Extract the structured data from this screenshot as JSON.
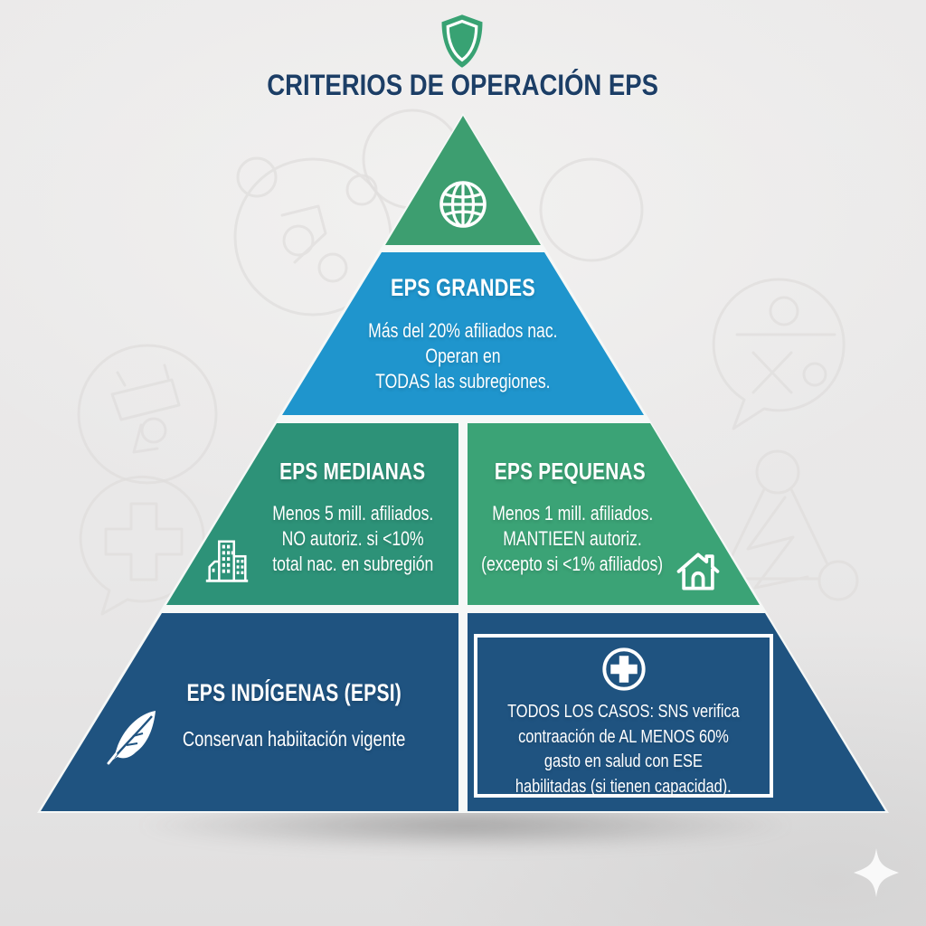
{
  "header": {
    "title": "CRITERIOS DE OPERACIÓN EPS",
    "icon": "shield-icon"
  },
  "pyramid": {
    "level1": {
      "icon": "globe-icon"
    },
    "level2": {
      "title": "EPS GRANDES",
      "lines": [
        "Más del 20% afiliados nac.",
        "Operan en",
        "TODAS las subregiones."
      ]
    },
    "level3_left": {
      "title": "EPS MEDIANAS",
      "lines": [
        "Menos 5 mill. afiliados.",
        "NO autoriz. si <10%",
        "total nac. en subregión"
      ],
      "icon": "building-icon"
    },
    "level3_right": {
      "title": "EPS PEQUENAS",
      "lines": [
        "Menos 1 mill. afiliados.",
        "MANTIEEN autoriz.",
        "(excepto si <1% afiliados)"
      ],
      "icon": "house-icon"
    },
    "level4_left": {
      "title": "EPS INDÍGENAS (EPSI)",
      "lines": [
        "Conservan habiitación vigente"
      ],
      "icon": "feather-icon"
    },
    "level4_right": {
      "lines": [
        "TODOS LOS CASOS: SNS verifica",
        "contraación de AL MENOS 60%",
        "gasto en salud con ESE",
        "habilitadas (si tienen capacidad)."
      ],
      "icon": "medical-cross-icon"
    }
  },
  "decorations": {
    "background_watermarks": [
      "community-watermark-icon",
      "lab-tool-watermark-icon",
      "medical-chat-watermark-icon",
      "math-chat-watermark-icon",
      "network-bolt-watermark-icon",
      "circle-watermark-icon"
    ],
    "corner_icon": "sparkle-icon"
  },
  "colors": {
    "background": "#e9e8e8",
    "title_navy": "#1c3e66",
    "level1_green": "#3d9e70",
    "level2_blue": "#1f95cd",
    "level3_left_teal": "#2d9278",
    "level3_right_green": "#3ba376",
    "level4_navy": "#1f5380",
    "gap_white": "#f6f8f7",
    "text_white": "#ffffff",
    "shield_green": "#38a273"
  }
}
